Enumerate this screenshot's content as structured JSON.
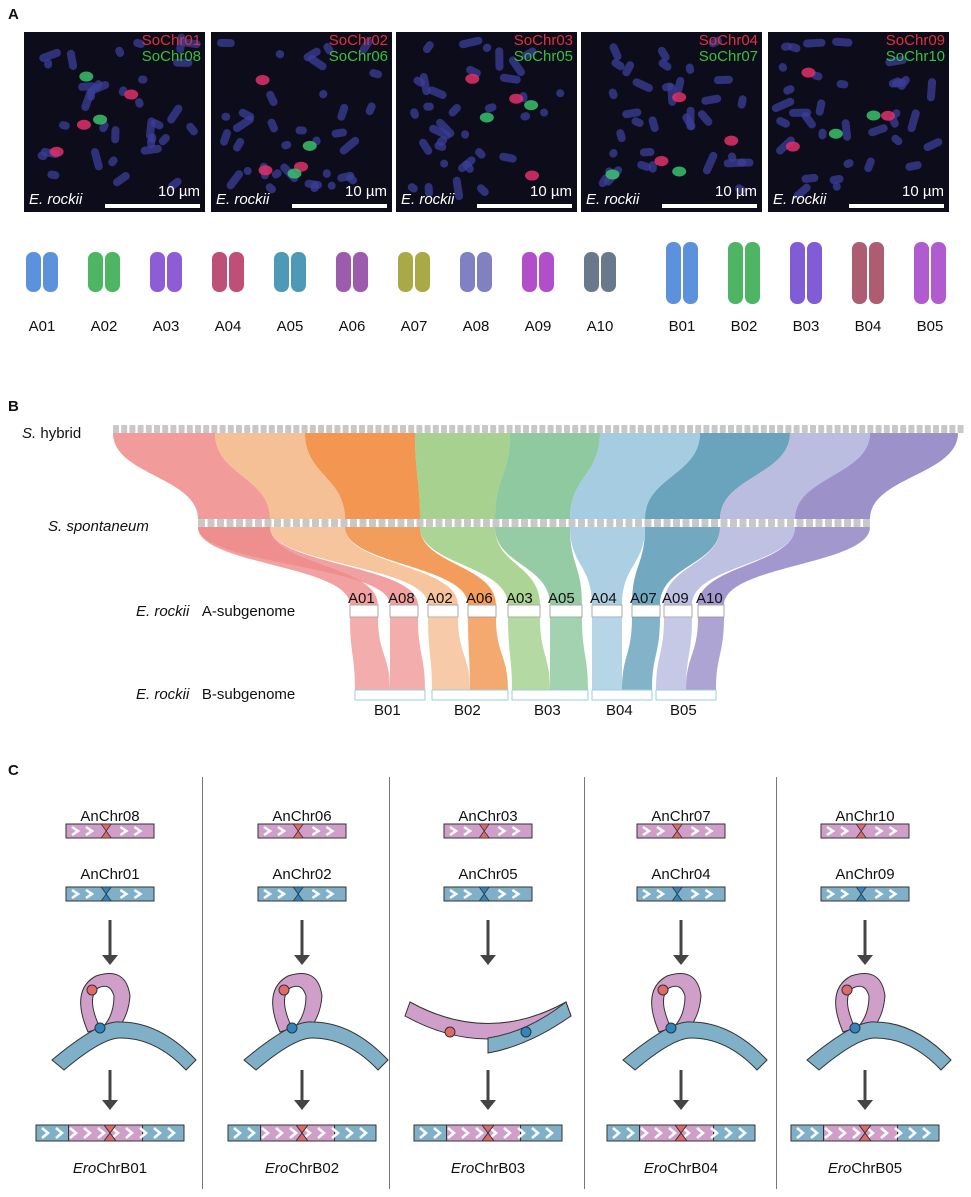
{
  "panels": {
    "a": "A",
    "b": "B",
    "c": "C"
  },
  "panel_a": {
    "micrographs": [
      {
        "red_probe": "SoChr01",
        "green_probe": "SoChr08",
        "species": "E. rockii",
        "scale": "10 µm"
      },
      {
        "red_probe": "SoChr02",
        "green_probe": "SoChr06",
        "species": "E. rockii",
        "scale": "10 µm"
      },
      {
        "red_probe": "SoChr03",
        "green_probe": "SoChr05",
        "species": "E. rockii",
        "scale": "10 µm"
      },
      {
        "red_probe": "SoChr04",
        "green_probe": "SoChr07",
        "species": "E. rockii",
        "scale": "10 µm"
      },
      {
        "red_probe": "SoChr09",
        "green_probe": "SoChr10",
        "species": "E. rockii",
        "scale": "10 µm"
      }
    ],
    "karyotype": [
      {
        "label": "A01",
        "color": "#3f7fd6"
      },
      {
        "label": "A02",
        "color": "#2fa84a"
      },
      {
        "label": "A03",
        "color": "#7a3fd0"
      },
      {
        "label": "A04",
        "color": "#b3305e"
      },
      {
        "label": "A05",
        "color": "#2f87a8"
      },
      {
        "label": "A06",
        "color": "#8b3f9e"
      },
      {
        "label": "A07",
        "color": "#9a9a28"
      },
      {
        "label": "A08",
        "color": "#6a6ab8"
      },
      {
        "label": "A09",
        "color": "#a52fc0"
      },
      {
        "label": "A10",
        "color": "#506078"
      },
      {
        "label": "B01",
        "color": "#3f7fd6"
      },
      {
        "label": "B02",
        "color": "#2fa84a"
      },
      {
        "label": "B03",
        "color": "#6a3fd0"
      },
      {
        "label": "B04",
        "color": "#a04058"
      },
      {
        "label": "B05",
        "color": "#a23fc8"
      }
    ]
  },
  "panel_b": {
    "tracks": {
      "hybrid_genus": "S.",
      "hybrid_name": "hybrid",
      "spontaneum": "S. spontaneum",
      "erockii": "E. rockii",
      "a_subgenome": "A-subgenome",
      "b_subgenome": "B-subgenome"
    },
    "a_labels": [
      "A01",
      "A08",
      "A02",
      "A06",
      "A03",
      "A05",
      "A04",
      "A07",
      "A09",
      "A10"
    ],
    "b_labels": [
      "B01",
      "B02",
      "B03",
      "B04",
      "B05"
    ],
    "colors": [
      "#ee8a8a",
      "#f4b585",
      "#f08433",
      "#96c97a",
      "#7bbf8e",
      "#97c3dc",
      "#4f93b0",
      "#aeb2da",
      "#8c7ec0"
    ]
  },
  "panel_c": {
    "columns": [
      {
        "upper": "AnChr08",
        "lower": "AnChr01",
        "result_prefix": "Ero",
        "result_suffix": "ChrB01"
      },
      {
        "upper": "AnChr06",
        "lower": "AnChr02",
        "result_prefix": "Ero",
        "result_suffix": "ChrB02"
      },
      {
        "upper": "AnChr03",
        "lower": "AnChr05",
        "result_prefix": "Ero",
        "result_suffix": "ChrB03"
      },
      {
        "upper": "AnChr07",
        "lower": "AnChr04",
        "result_prefix": "Ero",
        "result_suffix": "ChrB04"
      },
      {
        "upper": "AnChr10",
        "lower": "AnChr09",
        "result_prefix": "Ero",
        "result_suffix": "ChrB05"
      }
    ],
    "colors": {
      "pink": "#cf9fc9",
      "blue": "#7fb0c8",
      "pink_centromere": "#e06a6a",
      "blue_centromere": "#2f86c0"
    }
  }
}
